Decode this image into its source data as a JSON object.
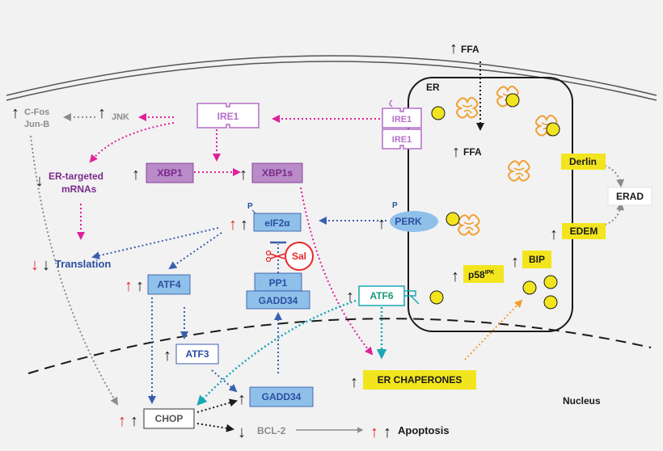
{
  "labels": {
    "ffa_top": "FFA",
    "ffa_er": "FFA",
    "er": "ER",
    "derlin": "Derlin",
    "erad": "ERAD",
    "edem": "EDEM",
    "bip": "BIP",
    "p58_main": "p58",
    "p58_sup": "IPK",
    "cfos": "C-Fos",
    "junb": "Jun-B",
    "jnk": "JNK",
    "ire1_left": "IRE1",
    "ire1_top": "IRE1",
    "ire1_bottom": "IRE1",
    "er_targeted_1": "ER-targeted",
    "er_targeted_2": "mRNAs",
    "xbp1": "XBP1",
    "xbp1s": "XBP1s",
    "p_eif": "P",
    "p_perk": "P",
    "eif2a": "eIF2α",
    "perk": "PERK",
    "translation": "Translation",
    "sal": "Sal",
    "atf4": "ATF4",
    "pp1": "PP1",
    "gadd34_er": "GADD34",
    "atf6": "ATF6",
    "atf3": "ATF3",
    "er_chaperones": "ER CHAPERONES",
    "nucleus": "Nucleus",
    "chop": "CHOP",
    "gadd34_nuc": "GADD34",
    "bcl2": "BCL-2",
    "apoptosis": "Apoptosis"
  },
  "colors": {
    "up_arrow": "#1a1a1a",
    "red_arrow": "#e8262b",
    "magenta_flow": "#e0209a",
    "blue_flow": "#3a5fb0",
    "teal_flow": "#1aa7b4",
    "orange_flow": "#f0a030",
    "gray_flow": "#8c8c8c",
    "ire1_purple": "#b46fc8",
    "xbp_fill": "#b98bc8",
    "xbp_text": "#7a2a8a",
    "blue_box": "#8fc0ea",
    "blue_text": "#2a4fa0",
    "yellow_box": "#f2e51e",
    "atf6_green": "#1a9a7a",
    "gray_text": "#8c8c8c",
    "sal_red": "#e8262b",
    "protein_orange": "#f0a030",
    "yellow_dot": "#f2e51e"
  },
  "icons": [
    "up-arrow-icon",
    "down-arrow-icon",
    "unfolded-protein-icon",
    "folded-protein-dot-icon",
    "scissors-icon",
    "inhibition-bar-icon"
  ]
}
